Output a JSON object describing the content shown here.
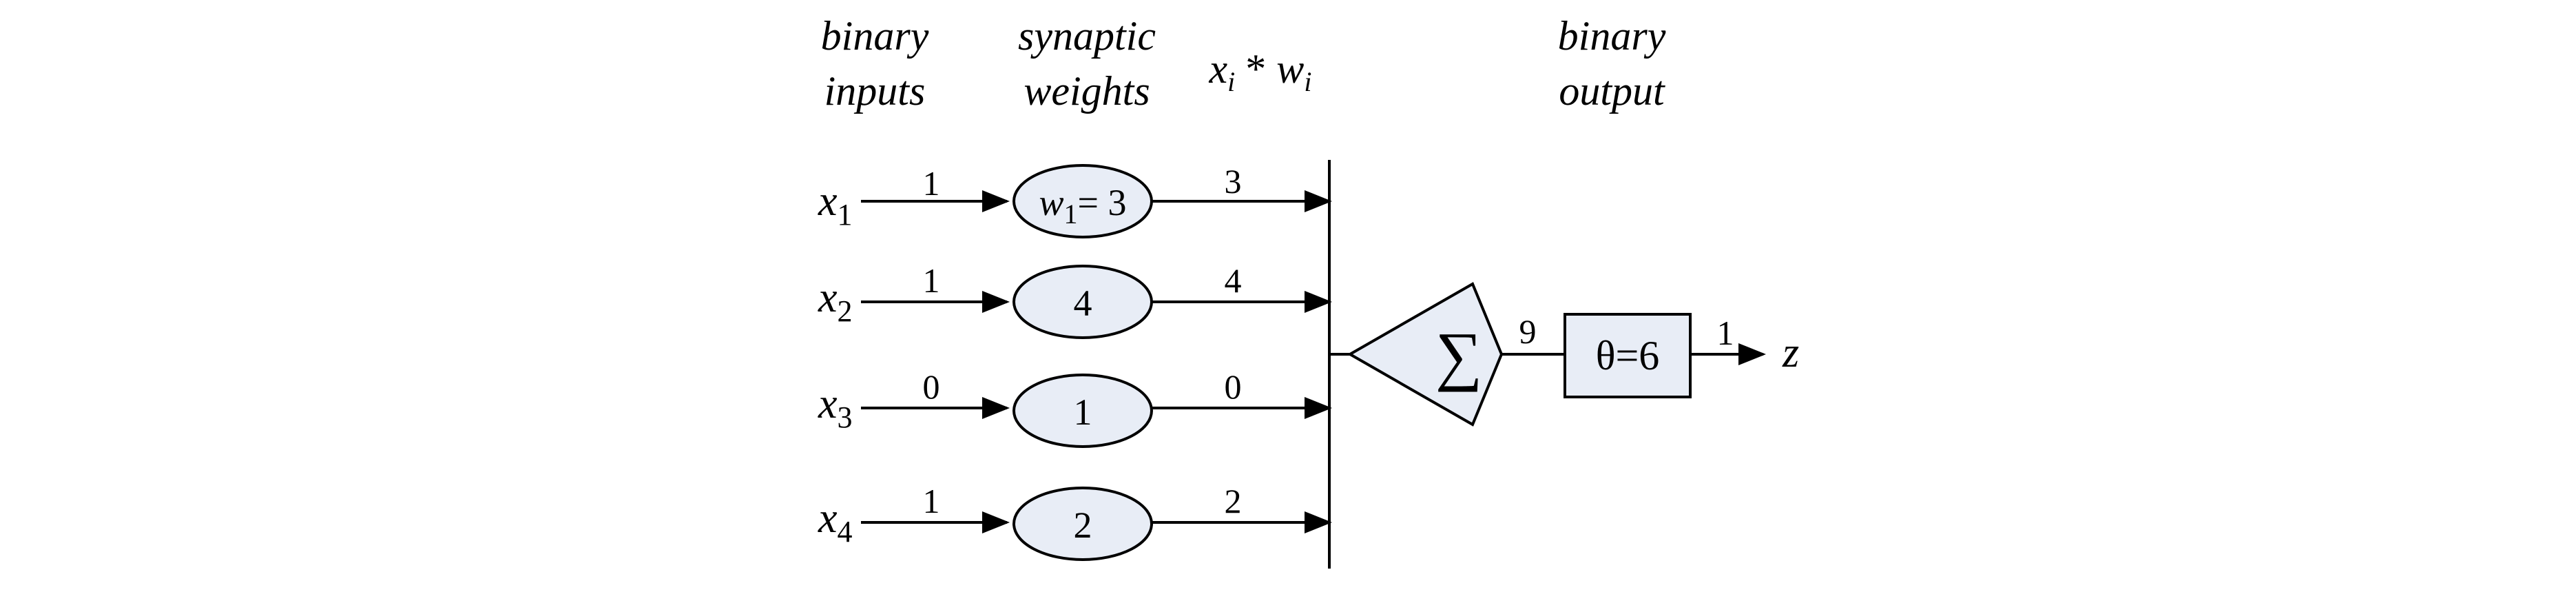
{
  "headers": {
    "inputs": [
      "binary",
      "inputs"
    ],
    "weights": [
      "synaptic",
      "weights"
    ],
    "product": {
      "x": "x",
      "sub1": "i",
      "op": " * ",
      "w": "w",
      "sub2": "i"
    },
    "output": [
      "binary",
      "output"
    ]
  },
  "rows": [
    {
      "var": "x",
      "sub": "1",
      "input": "1",
      "weight_prefix": "w",
      "weight_sub": "1",
      "weight": "= 3",
      "product": "3"
    },
    {
      "var": "x",
      "sub": "2",
      "input": "1",
      "weight": "4",
      "product": "4"
    },
    {
      "var": "x",
      "sub": "3",
      "input": "0",
      "weight": "1",
      "product": "0"
    },
    {
      "var": "x",
      "sub": "4",
      "input": "1",
      "weight": "2",
      "product": "2"
    }
  ],
  "summation": {
    "symbol": "∑",
    "output": "9"
  },
  "threshold": {
    "label": "θ=6",
    "output": "1"
  },
  "result": "z",
  "colors": {
    "node_fill": "#e8edf6",
    "stroke": "#000000"
  }
}
